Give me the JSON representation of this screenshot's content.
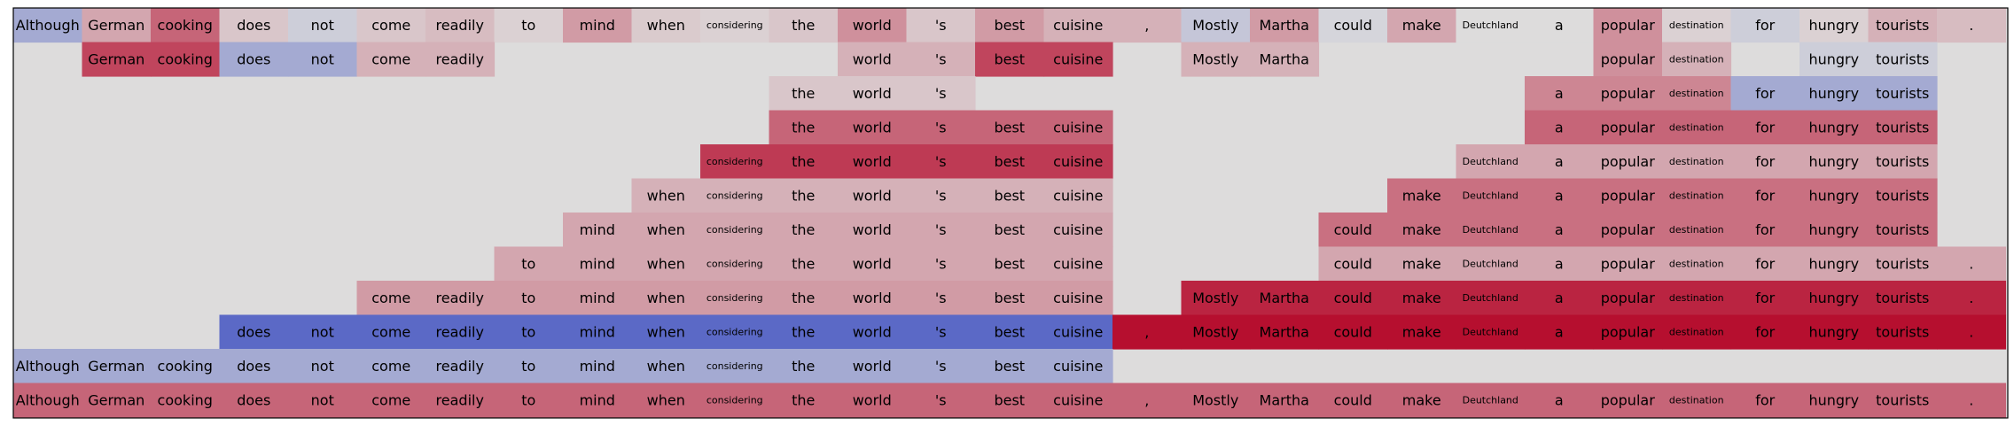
{
  "chart_data": {
    "type": "heatmap",
    "title": "",
    "xlabel": "",
    "ylabel": "",
    "tokens": [
      "Although",
      "German",
      "cooking",
      "does",
      "not",
      "come",
      "readily",
      "to",
      "mind",
      "when",
      "considering",
      "the",
      "world",
      "'s",
      "best",
      "cuisine",
      ",",
      "Mostly",
      "Martha",
      "could",
      "make",
      "Deutchland",
      "a",
      "popular",
      "destination",
      "for",
      "hungry",
      "tourists",
      "."
    ],
    "small_tokens": [
      "considering",
      "Deutchland",
      "destination"
    ],
    "color_scale": {
      "colormap": "coolwarm",
      "empty_color": "#dddcdc",
      "min_color": "#3b4cc0",
      "mid_color": "#dddcdc",
      "max_color": "#b40426"
    },
    "rows": [
      [
        -0.35,
        0.25,
        0.55,
        0.1,
        -0.1,
        0.1,
        0.15,
        0.05,
        0.3,
        0.08,
        0.05,
        0.1,
        0.35,
        0.1,
        0.3,
        0.2,
        0.2,
        -0.15,
        0.3,
        -0.05,
        0.25,
        0.0,
        0.0,
        0.35,
        0.05,
        -0.1,
        0.05,
        0.2,
        0.15
      ],
      [
        null,
        0.7,
        0.7,
        -0.35,
        -0.35,
        0.2,
        0.2,
        null,
        null,
        null,
        null,
        null,
        0.2,
        0.2,
        0.7,
        0.7,
        null,
        0.2,
        0.2,
        null,
        null,
        null,
        null,
        0.35,
        0.2,
        null,
        -0.1,
        -0.1,
        null
      ],
      [
        null,
        null,
        null,
        null,
        null,
        null,
        null,
        null,
        null,
        null,
        null,
        0.1,
        0.1,
        0.1,
        null,
        null,
        null,
        null,
        null,
        null,
        null,
        null,
        0.4,
        0.4,
        0.4,
        -0.35,
        -0.35,
        -0.35,
        null
      ],
      [
        null,
        null,
        null,
        null,
        null,
        null,
        null,
        null,
        null,
        null,
        null,
        0.55,
        0.55,
        0.55,
        0.55,
        0.55,
        null,
        null,
        null,
        null,
        null,
        null,
        0.55,
        0.55,
        0.55,
        0.55,
        0.55,
        0.55,
        null
      ],
      [
        null,
        null,
        null,
        null,
        null,
        null,
        null,
        null,
        null,
        null,
        0.75,
        0.75,
        0.75,
        0.75,
        0.75,
        0.75,
        null,
        null,
        null,
        null,
        null,
        0.25,
        0.25,
        0.25,
        0.25,
        0.25,
        0.25,
        0.25,
        null
      ],
      [
        null,
        null,
        null,
        null,
        null,
        null,
        null,
        null,
        null,
        0.2,
        0.2,
        0.2,
        0.2,
        0.2,
        0.2,
        0.2,
        null,
        null,
        null,
        null,
        0.5,
        0.5,
        0.5,
        0.5,
        0.5,
        0.5,
        0.5,
        0.5,
        null
      ],
      [
        null,
        null,
        null,
        null,
        null,
        null,
        null,
        null,
        0.25,
        0.25,
        0.25,
        0.25,
        0.25,
        0.25,
        0.25,
        0.25,
        null,
        null,
        null,
        0.5,
        0.5,
        0.5,
        0.5,
        0.5,
        0.5,
        0.5,
        0.5,
        0.5,
        null
      ],
      [
        null,
        null,
        null,
        null,
        null,
        null,
        null,
        0.25,
        0.25,
        0.25,
        0.25,
        0.25,
        0.25,
        0.25,
        0.25,
        0.25,
        null,
        null,
        null,
        0.25,
        0.25,
        0.25,
        0.25,
        0.25,
        0.25,
        0.25,
        0.25,
        0.25,
        0.25
      ],
      [
        null,
        null,
        null,
        null,
        null,
        0.3,
        0.3,
        0.3,
        0.3,
        0.3,
        0.3,
        0.3,
        0.3,
        0.3,
        0.3,
        0.3,
        null,
        0.85,
        0.85,
        0.85,
        0.85,
        0.85,
        0.85,
        0.85,
        0.85,
        0.85,
        0.85,
        0.85,
        0.85
      ],
      [
        null,
        null,
        null,
        -0.8,
        -0.8,
        -0.8,
        -0.8,
        -0.8,
        -0.8,
        -0.8,
        -0.8,
        -0.8,
        -0.8,
        -0.8,
        -0.8,
        -0.8,
        0.95,
        0.95,
        0.95,
        0.95,
        0.95,
        0.95,
        0.95,
        0.95,
        0.95,
        0.95,
        0.95,
        0.95,
        0.95
      ],
      [
        -0.35,
        -0.35,
        -0.35,
        -0.35,
        -0.35,
        -0.35,
        -0.35,
        -0.35,
        -0.35,
        -0.35,
        -0.35,
        -0.35,
        -0.35,
        -0.35,
        -0.35,
        -0.35,
        null,
        null,
        null,
        null,
        null,
        null,
        null,
        null,
        null,
        null,
        null,
        null,
        null
      ],
      [
        0.55,
        0.55,
        0.55,
        0.55,
        0.55,
        0.55,
        0.55,
        0.55,
        0.55,
        0.55,
        0.55,
        0.55,
        0.55,
        0.55,
        0.55,
        0.55,
        0.55,
        0.55,
        0.55,
        0.55,
        0.55,
        0.55,
        0.55,
        0.55,
        0.55,
        0.55,
        0.55,
        0.55,
        0.55
      ]
    ],
    "grid": false,
    "legend": "none"
  }
}
